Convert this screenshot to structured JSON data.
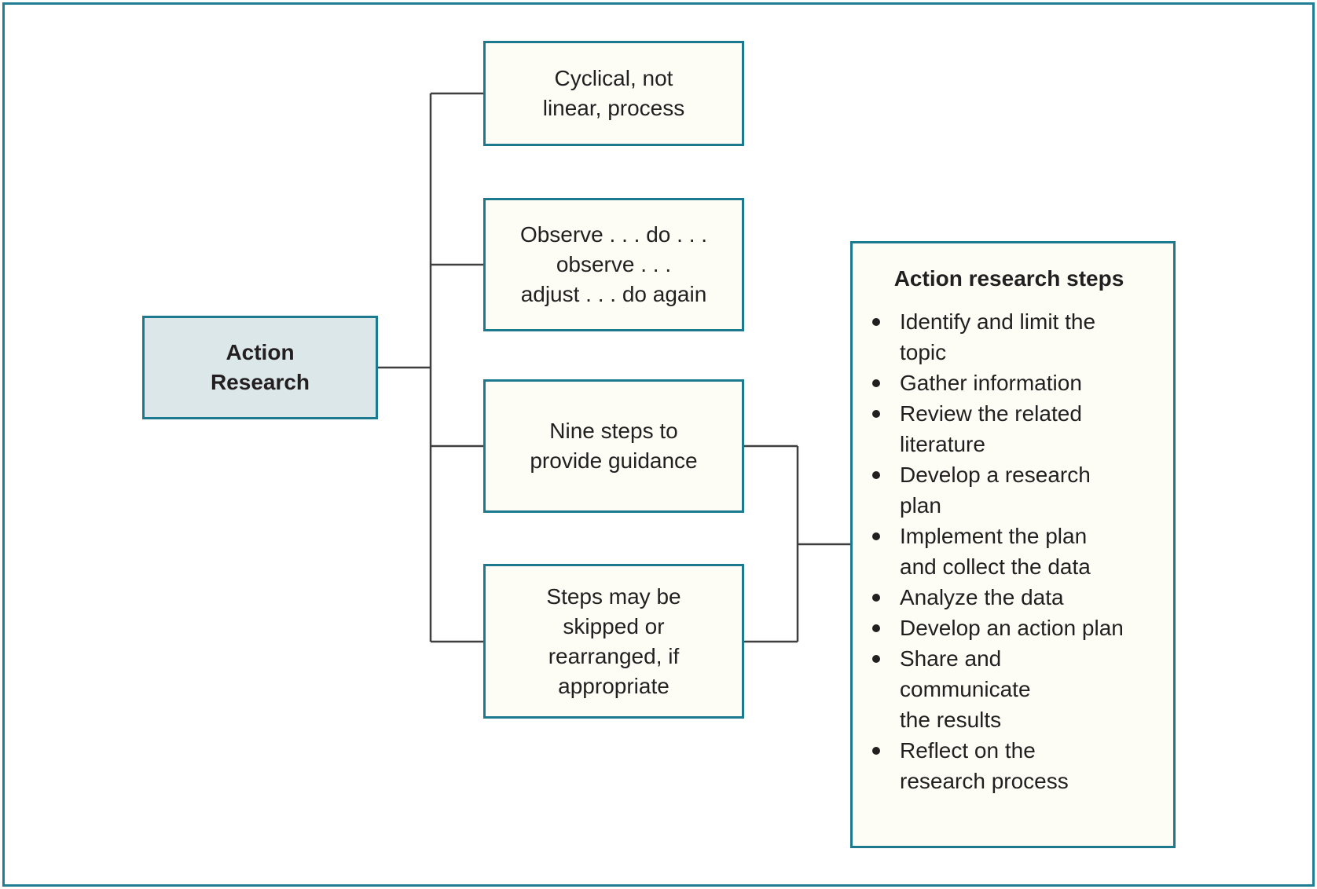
{
  "diagram": {
    "root": {
      "label": "Action\nResearch"
    },
    "branches": [
      {
        "label": "Cyclical, not\nlinear, process"
      },
      {
        "label": "Observe . . . do . . .\nobserve . . .\nadjust . . . do again"
      },
      {
        "label": "Nine steps to\nprovide guidance"
      },
      {
        "label": "Steps may be\nskipped or\nrearranged, if\nappropriate"
      }
    ],
    "steps_panel": {
      "title": "Action research steps",
      "items": [
        "Identify and limit the\ntopic",
        "Gather information",
        "Review the related\nliterature",
        "Develop a research\nplan",
        "Implement the plan\nand collect the data",
        "Analyze the data",
        "Develop an action plan",
        "Share and\ncommunicate\nthe results",
        "Reflect on the\nresearch process"
      ]
    },
    "colors": {
      "frame_border": "#1f7e93",
      "node_border": "#1d7a8e",
      "root_fill": "#dce7e9",
      "node_fill": "#fdfcf5",
      "connector": "#3f3f3f",
      "text": "#231f20",
      "background": "#ffffff"
    }
  }
}
